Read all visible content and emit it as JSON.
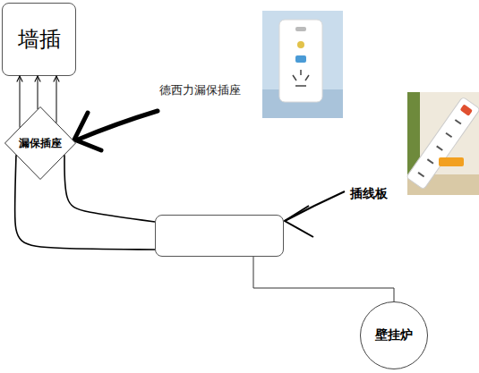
{
  "diagram": {
    "nodes": [
      {
        "text": [
          "墙插"
        ]
      },
      {
        "text": [
          "漏保插座"
        ]
      },
      {
        "text": [
          "插线板"
        ]
      },
      {
        "text": [
          "壁挂炉"
        ]
      }
    ],
    "edges": [
      {
        "from": 1,
        "to": 0,
        "arrow": "to"
      },
      {
        "from": 1,
        "to": 0,
        "arrow": "to"
      },
      {
        "from": 1,
        "to": 0,
        "arrow": "to"
      },
      {
        "from": 1,
        "to": 2,
        "arrow": "none"
      },
      {
        "from": 1,
        "to": 2,
        "arrow": "none"
      },
      {
        "from": 2,
        "to": 3,
        "arrow": "none"
      }
    ],
    "labels": [
      "德西力漏保插座"
    ]
  }
}
